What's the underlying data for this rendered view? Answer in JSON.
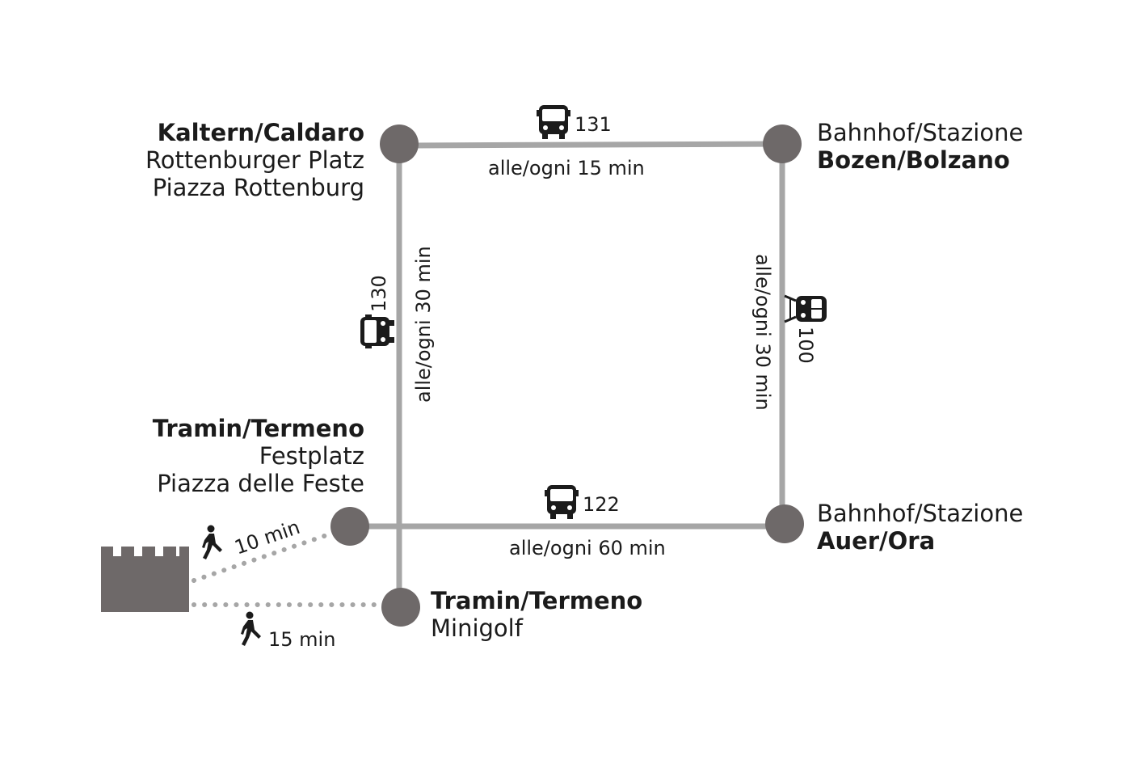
{
  "colors": {
    "line": "#a6a6a6",
    "stop": "#6e6969",
    "castle": "#6e6969",
    "dots": "#a6a6a6",
    "text": "#1b1b1b",
    "icon": "#1b1b1b"
  },
  "stations": {
    "kaltern": {
      "bold": "Kaltern/Caldaro",
      "line2": "Rottenburger Platz",
      "line3": "Piazza Rottenburg"
    },
    "bozen": {
      "line1": "Bahnhof/Stazione",
      "bold": "Bozen/Bolzano"
    },
    "tramin_festplatz": {
      "bold": "Tramin/Termeno",
      "line2": "Festplatz",
      "line3": "Piazza delle Feste"
    },
    "auer": {
      "line1": "Bahnhof/Stazione",
      "bold": "Auer/Ora"
    },
    "tramin_minigolf": {
      "bold": "Tramin/Termeno",
      "line2": "Minigolf"
    }
  },
  "routes": {
    "r131": {
      "number": "131",
      "frequency": "alle/ogni 15 min",
      "icon": "bus-icon"
    },
    "r130": {
      "number": "130",
      "frequency": "alle/ogni 30 min",
      "icon": "bus-icon"
    },
    "r100": {
      "number": "100",
      "frequency": "alle/ogni 30 min",
      "icon": "train-icon"
    },
    "r122": {
      "number": "122",
      "frequency": "alle/ogni 60 min",
      "icon": "bus-icon"
    }
  },
  "walks": {
    "to_festplatz": {
      "time": "10 min",
      "icon": "walking-person-icon"
    },
    "to_minigolf": {
      "time": "15 min",
      "icon": "walking-person-icon"
    }
  },
  "origin": {
    "icon": "castle-icon"
  }
}
